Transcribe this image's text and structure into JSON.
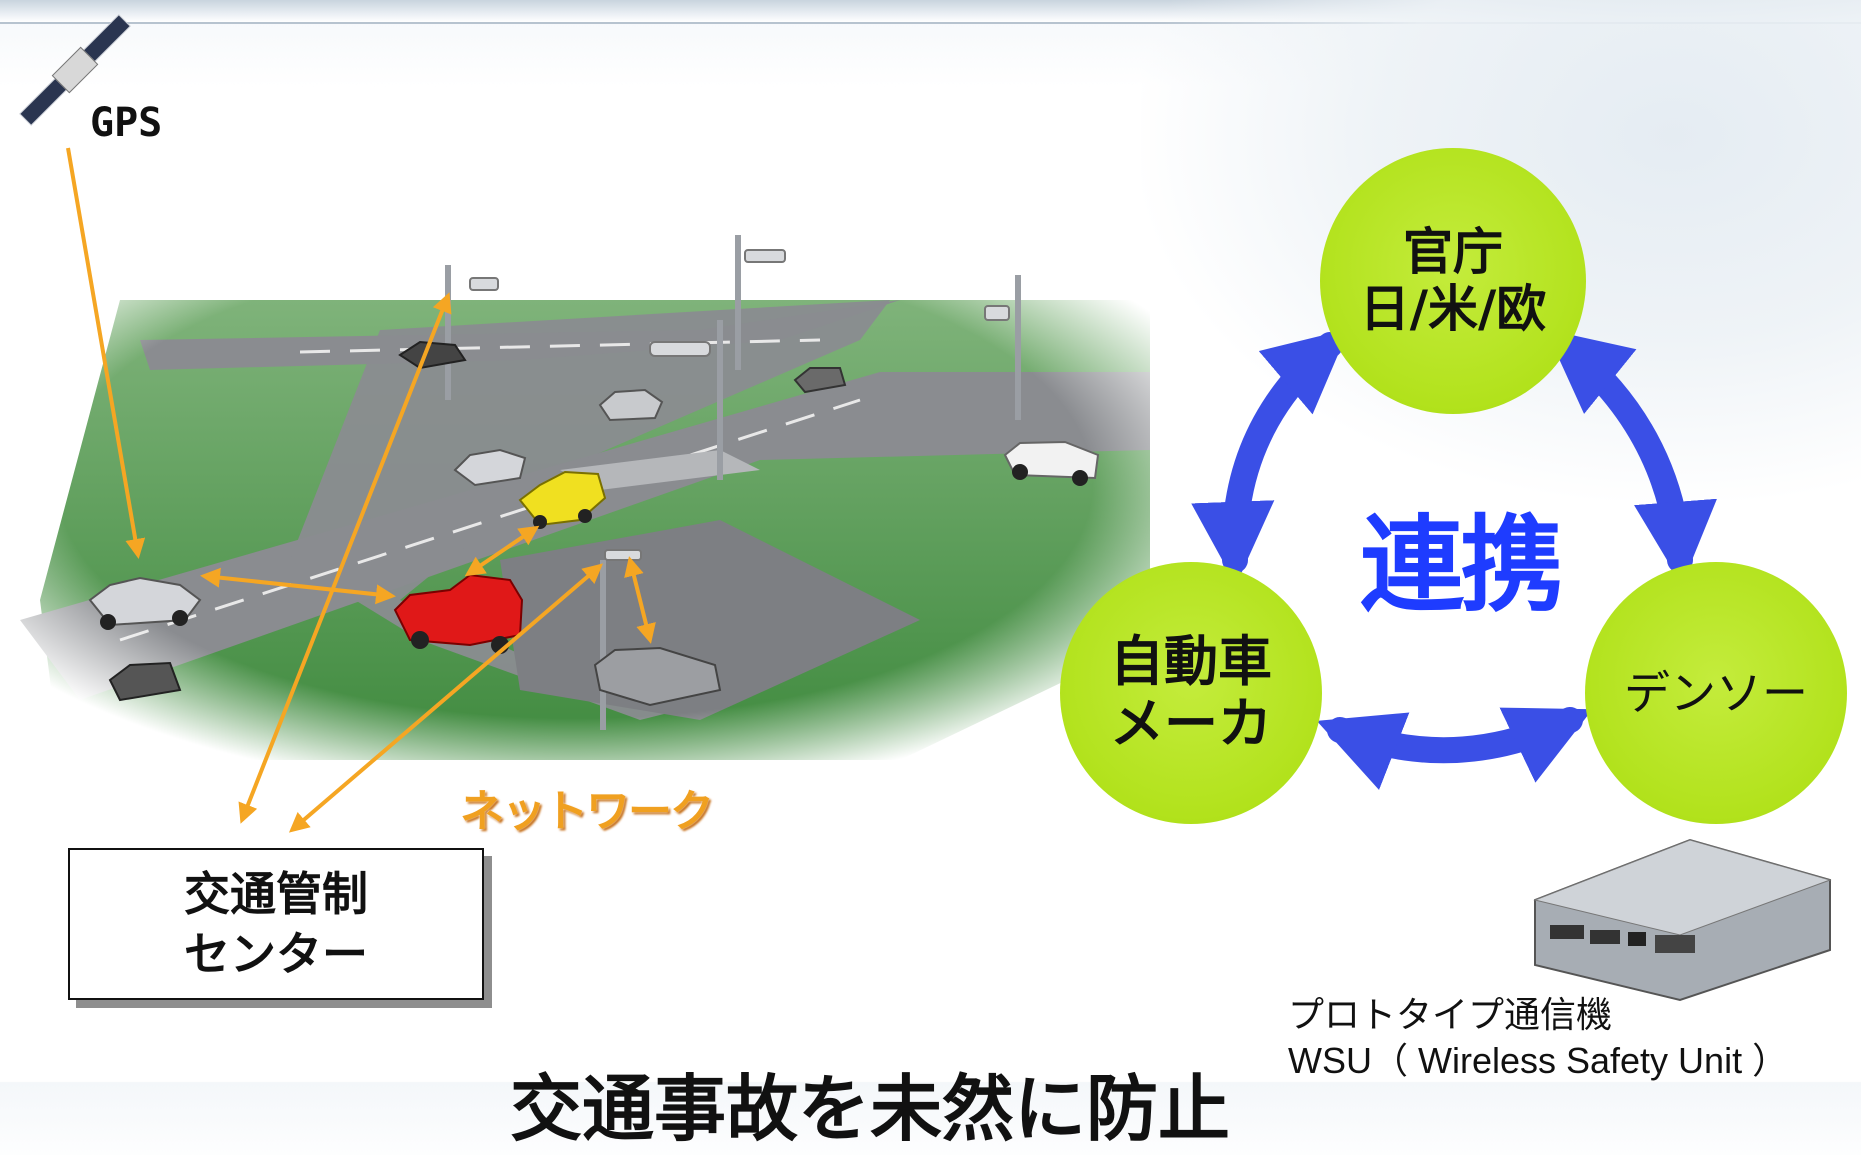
{
  "gps_label": "GPS",
  "network_label": "ネットワーク",
  "traffic_center": {
    "line1": "交通管制",
    "line2": "センター"
  },
  "nodes": {
    "government": {
      "line1": "官庁",
      "line2": "日/米/欧"
    },
    "automaker": {
      "line1": "自動車",
      "line2": "メーカ"
    },
    "denso": {
      "line1": "デンソー"
    }
  },
  "center_label": "連携",
  "device_caption": {
    "line1": "プロトタイプ通信機",
    "line2": "WSU（ Wireless Safety Unit ）"
  },
  "bottom_title": "交通事故を未然に防止",
  "colors": {
    "node_fill": "#b2e21c",
    "cycle_arrow": "#3a4fe6",
    "center_label": "#1e3cff",
    "link_arrow": "#f5a623",
    "network_label": "#f0a020"
  }
}
